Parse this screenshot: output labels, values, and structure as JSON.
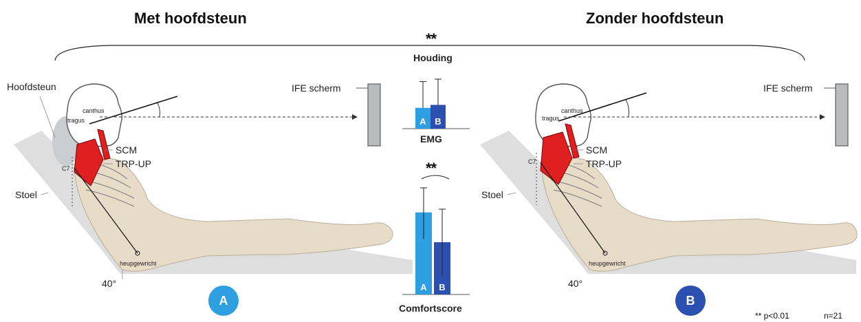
{
  "titles": {
    "left": "Met hoofdsteun",
    "right": "Zonder hoofdsteun"
  },
  "posture": {
    "significance": "**",
    "label": "Houding"
  },
  "panel_a": {
    "headrest": "Hoofdsteun",
    "screen": "IFE scherm",
    "canthus": "canthus",
    "tragus": "tragus",
    "c7": "C7",
    "scm": "SCM",
    "trp": "TRP-UP",
    "seat": "Stoel",
    "hip": "heupgewricht",
    "angle": "40°",
    "badge": "A"
  },
  "panel_b": {
    "screen": "IFE scherm",
    "canthus": "canthus",
    "tragus": "tragus",
    "c7": "C7",
    "scm": "SCM",
    "trp": "TRP-UP",
    "seat": "Stoel",
    "hip": "heupgewricht",
    "angle": "40°",
    "badge": "B"
  },
  "colors": {
    "a": "#2e9fe0",
    "b": "#2c50b0",
    "muscle": "#e02020",
    "body": "#e6dcc8",
    "seat": "#dcdcdc"
  },
  "chart_data": [
    {
      "type": "bar",
      "title": "EMG",
      "categories": [
        "A",
        "B"
      ],
      "values": [
        0.42,
        0.48
      ],
      "error": [
        [
          0.42,
          0.95
        ],
        [
          0.48,
          1.0
        ]
      ],
      "ylim": [
        0,
        1
      ]
    },
    {
      "type": "bar",
      "title": "Comfortscore",
      "significance": "**",
      "categories": [
        "A",
        "B"
      ],
      "values": [
        0.77,
        0.49
      ],
      "error": [
        [
          0.52,
          1.0
        ],
        [
          0.18,
          0.8
        ]
      ],
      "ylim": [
        0,
        1
      ]
    }
  ],
  "footer": {
    "pvalue": "** p<0.01",
    "n": "n=21"
  }
}
